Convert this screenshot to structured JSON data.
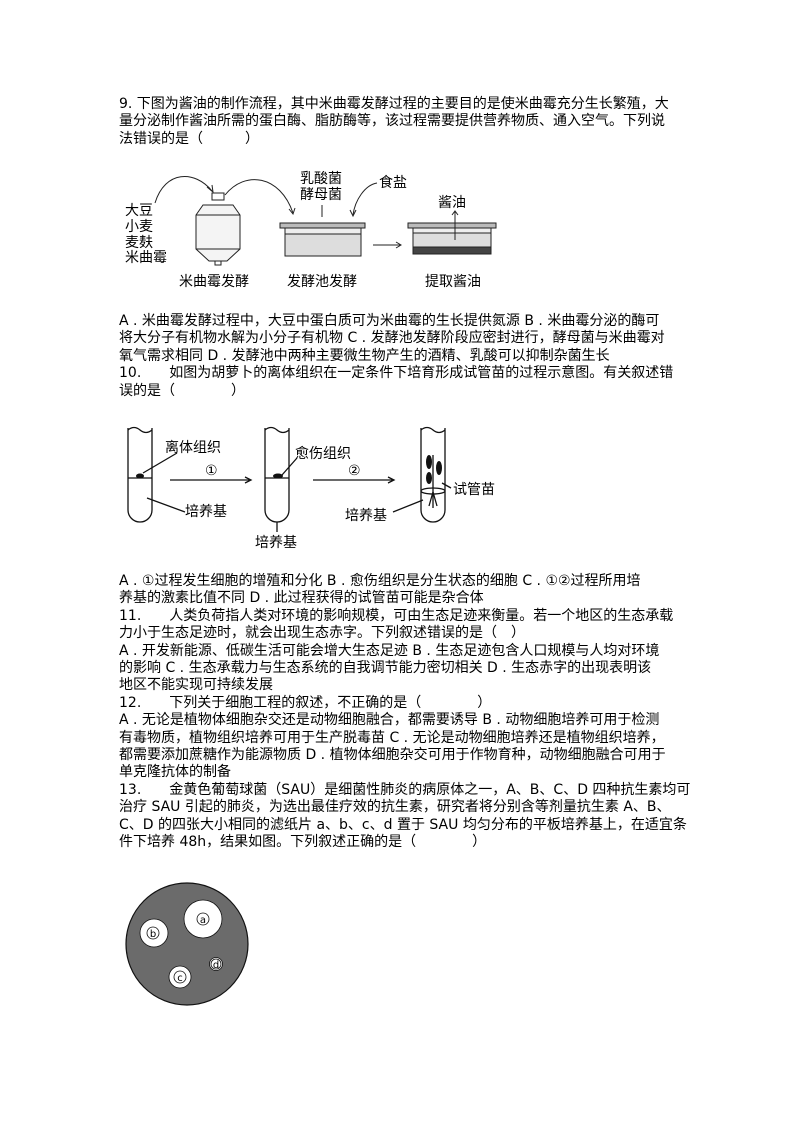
{
  "q9": {
    "lines": [
      "9. 下图为酱油的制作流程，其中米曲霉发酵过程的主要目的是使米曲霉充分生长繁殖，大",
      "量分泌制作酱油所需的蛋白酶、脂肪酶等，该过程需要提供营养物质、通入空气。下列说",
      "法错误的是（　　　）"
    ],
    "figure": {
      "inputs": [
        "大豆",
        "小麦",
        "麦麸",
        "米曲霉"
      ],
      "microbes": [
        "乳酸菌",
        "酵母菌"
      ],
      "salt": "食盐",
      "product": "酱油",
      "stages": [
        "米曲霉发酵",
        "发酵池发酵",
        "提取酱油"
      ]
    },
    "options_lines": [
      "A . 米曲霉发酵过程中，大豆中蛋白质可为米曲霉的生长提供氮源 B . 米曲霉分泌的酶可",
      "将大分子有机物水解为小分子有机物 C . 发酵池发酵阶段应密封进行，酵母菌与米曲霉对",
      "氧气需求相同 D . 发酵池中两种主要微生物产生的酒精、乳酸可以抑制杂菌生长"
    ]
  },
  "q10": {
    "lines": [
      "10.　　如图为胡萝卜的离体组织在一定条件下培育形成试管苗的过程示意图。有关叙述错",
      "误的是（　　　　）"
    ],
    "figure": {
      "explant": "离体组织",
      "callus": "愈伤组织",
      "medium": "培养基",
      "plantlet": "试管苗",
      "step1": "①",
      "step2": "②"
    },
    "options_lines": [
      "A . ①过程发生细胞的增殖和分化 B . 愈伤组织是分生状态的细胞 C . ①②过程所用培",
      "养基的激素比值不同 D . 此过程获得的试管苗可能是杂合体"
    ]
  },
  "q11": {
    "lines": [
      "11.　　人类负荷指人类对环境的影响规模，可由生态足迹来衡量。若一个地区的生态承载",
      "力小于生态足迹时，就会出现生态赤字。下列叙述错误的是（　）",
      "A . 开发新能源、低碳生活可能会增大生态足迹 B . 生态足迹包含人口规模与人均对环境",
      "的影响 C . 生态承载力与生态系统的自我调节能力密切相关 D . 生态赤字的出现表明该",
      "地区不能实现可持续发展"
    ]
  },
  "q12": {
    "lines": [
      "12.　　下列关于细胞工程的叙述，不正确的是（　　　　）",
      "A . 无论是植物体细胞杂交还是动物细胞融合，都需要诱导 B . 动物细胞培养可用于检测",
      "有毒物质，植物组织培养可用于生产脱毒苗 C . 无论是动物细胞培养还是植物组织培养，",
      "都需要添加蔗糖作为能源物质 D . 植物体细胞杂交可用于作物育种，动物细胞融合可用于",
      "单克隆抗体的制备"
    ]
  },
  "q13": {
    "lines": [
      "13.　　金黄色葡萄球菌（SAU）是细菌性肺炎的病原体之一，A、B、C、D 四种抗生素均可",
      "治疗 SAU 引起的肺炎，为选出最佳疗效的抗生素，研究者将分别含等剂量抗生素 A、B、",
      "C、D 的四张大小相同的滤纸片 a、b、c、d 置于 SAU 均匀分布的平板培养基上，在适宜条",
      "件下培养 48h，结果如图。下列叙述正确的是（　　　　）"
    ],
    "figure": {
      "discs": [
        "a",
        "b",
        "c",
        "d"
      ],
      "plate_color": "#6b6b6b"
    }
  }
}
